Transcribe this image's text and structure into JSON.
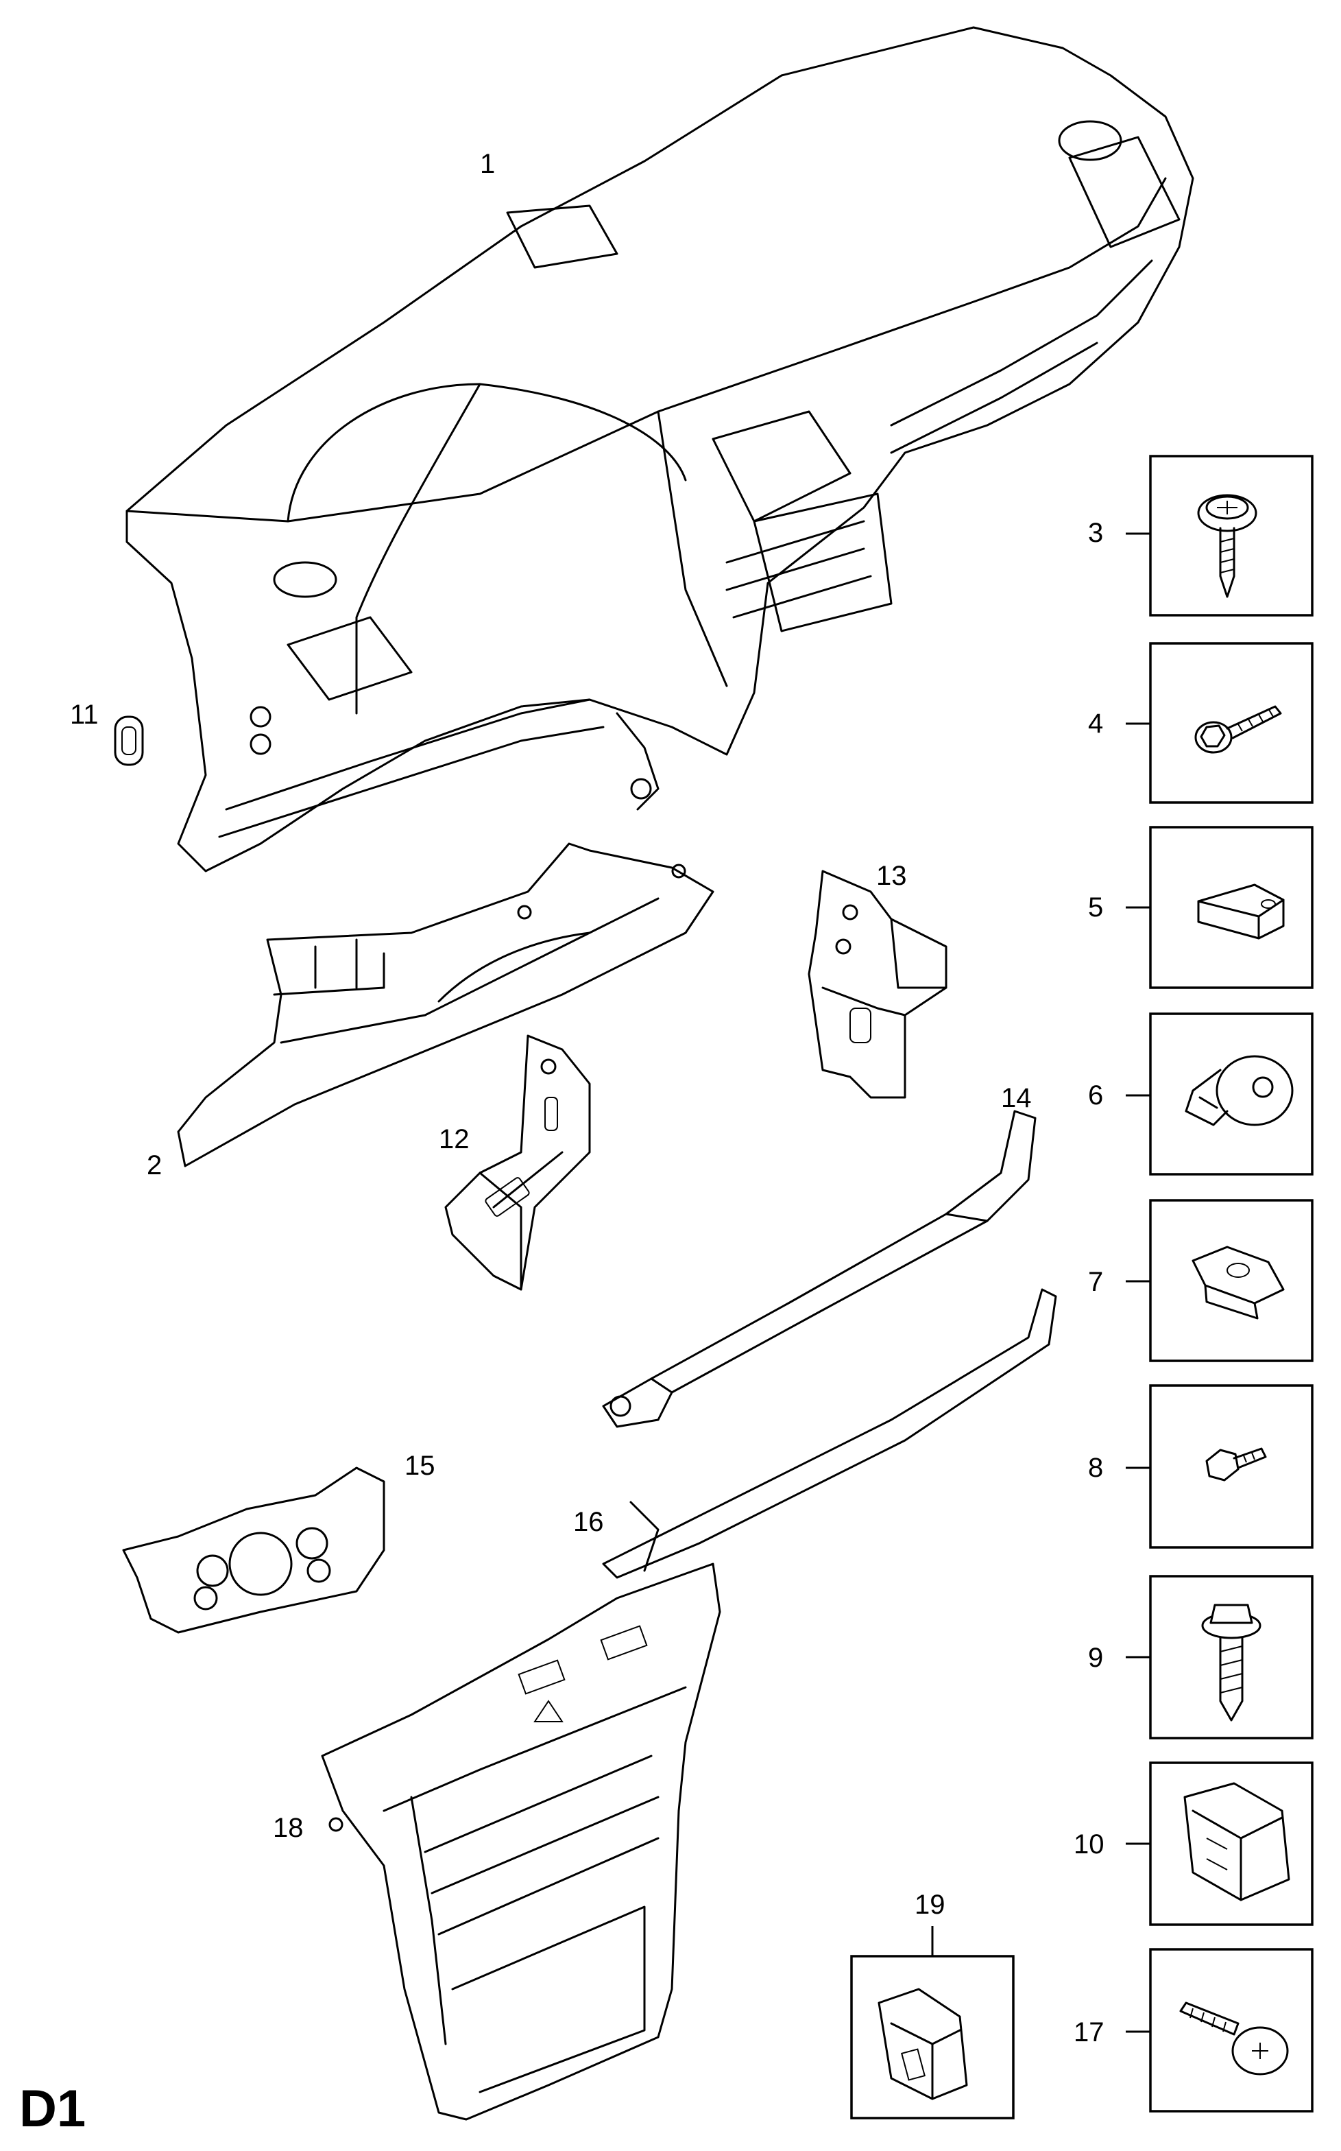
{
  "sheet_label": "D1",
  "callouts": {
    "c1": "1",
    "c2": "2",
    "c3": "3",
    "c4": "4",
    "c5": "5",
    "c6": "6",
    "c7": "7",
    "c8": "8",
    "c9": "9",
    "c10": "10",
    "c11": "11",
    "c12": "12",
    "c13": "13",
    "c14": "14",
    "c15": "15",
    "c16": "16",
    "c17": "17",
    "c18": "18",
    "c19": "19"
  },
  "icons": {
    "p3": "torx-pan-head-screw-icon",
    "p4": "hex-flange-bolt-icon",
    "p5": "tab-nut-icon",
    "p6": "push-rivet-clip-icon",
    "p7": "spring-clip-nut-icon",
    "p8": "hex-bolt-icon",
    "p9": "hex-flange-tapping-screw-icon",
    "p10": "retaining-clip-icon",
    "p17": "cross-head-tapping-screw-icon",
    "p19": "panel-clip-icon"
  }
}
